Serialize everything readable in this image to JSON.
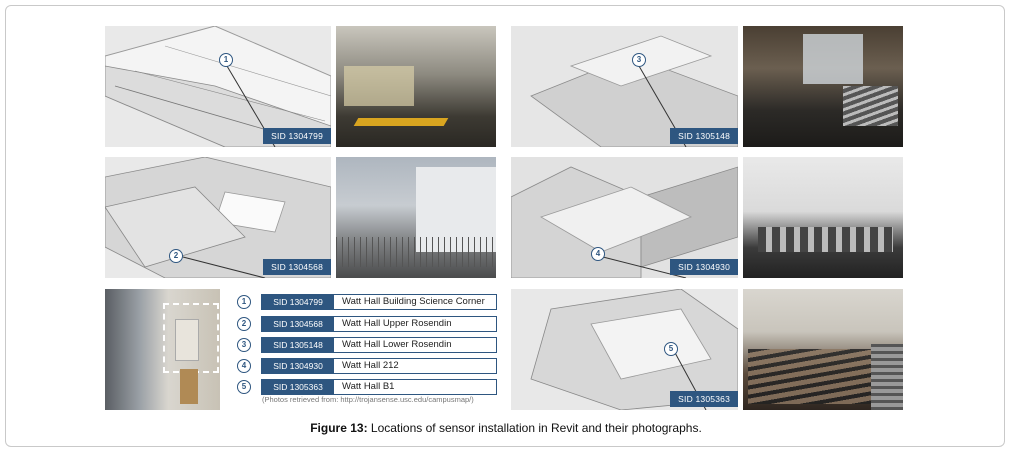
{
  "tiles": [
    {
      "sid": "SID 1304799",
      "num": "1"
    },
    {
      "sid": "SID 1305148",
      "num": "3"
    },
    {
      "sid": "SID 1304568",
      "num": "2"
    },
    {
      "sid": "SID 1304930",
      "num": "4"
    },
    {
      "sid": "SID 1305363",
      "num": "5"
    }
  ],
  "legend": [
    {
      "num": "1",
      "sid": "SID 1304799",
      "name": "Watt Hall Building Science Corner"
    },
    {
      "num": "2",
      "sid": "SID 1304568",
      "name": "Watt Hall Upper Rosendin"
    },
    {
      "num": "3",
      "sid": "SID 1305148",
      "name": "Watt Hall Lower Rosendin"
    },
    {
      "num": "4",
      "sid": "SID 1304930",
      "name": "Watt Hall 212"
    },
    {
      "num": "5",
      "sid": "SID 1305363",
      "name": "Watt Hall B1"
    }
  ],
  "source_note": "(Photos retrieved from: http://trojansense.usc.edu/campusmap/)",
  "caption": {
    "label": "Figure 13:",
    "text": " Locations of sensor installation in Revit and their photographs."
  }
}
